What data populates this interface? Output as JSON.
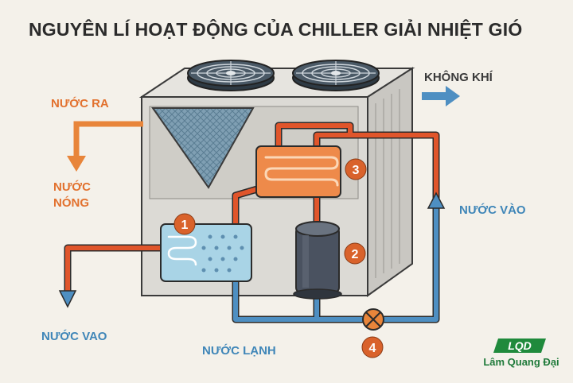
{
  "title": "NGUYÊN LÍ HOẠT ĐỘNG CỦA CHILLER GIẢI NHIỆT GIÓ",
  "labels": {
    "nuoc_ra": "NƯỚC RA",
    "nuoc_nong": [
      "NƯỚC",
      "NÓNG"
    ],
    "khong_khi": "KHÔNG KHÍ",
    "nuoc_vao_right": "NƯỚC VÀO",
    "nuoc_vao_left": "NƯỚC VAO",
    "nuoc_lanh": "NƯỚC LẠNH"
  },
  "badges": [
    "1",
    "2",
    "3",
    "4"
  ],
  "brand": {
    "logo_text": "LQD",
    "name": "Lâm Quang Đại"
  },
  "colors": {
    "hot": "#e0552b",
    "hot_arrow": "#e8853a",
    "cold": "#3f86b8",
    "badge": "#d9622b",
    "evaporator": "#a9d4e6",
    "condenser": "#ee8a4a",
    "brand": "#1f7a3a"
  }
}
